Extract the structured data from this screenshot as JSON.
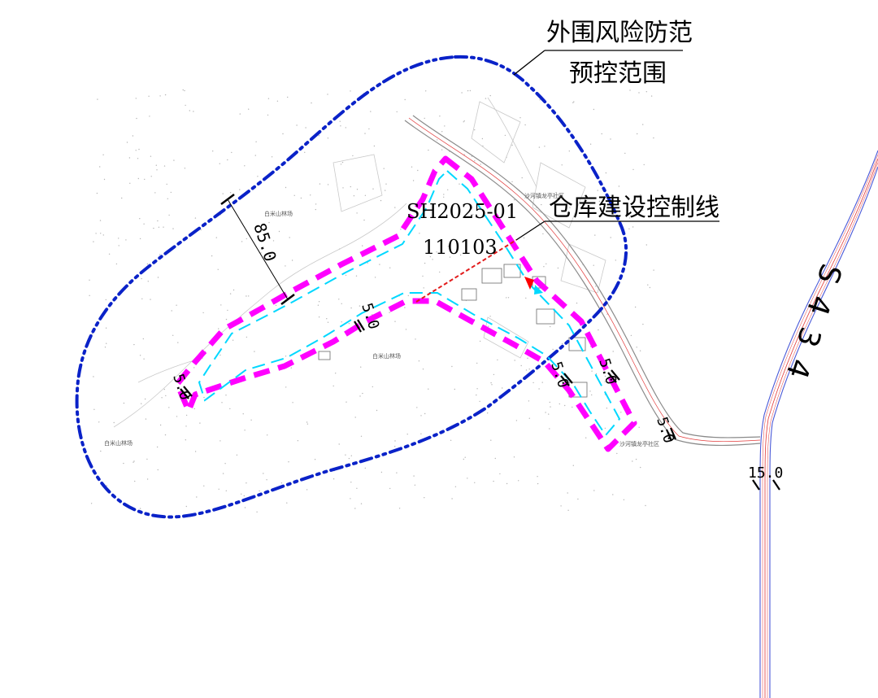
{
  "labels": {
    "outer_range_line1": "外围风险防范",
    "outer_range_line2": "预控范围",
    "control_line": "仓库建设控制线",
    "code_line1": "SH2025-01",
    "code_line2": "110103",
    "road_name": "S434"
  },
  "dimensions": {
    "buffer_width": "85.0",
    "offset_a": "5.0",
    "offset_b": "5.0",
    "offset_c": "5.0",
    "offset_d": "5.0",
    "offset_e": "5.0",
    "road_width": "15.0"
  },
  "place_names": {
    "forest_a": "白米山林场",
    "forest_b": "白米山林场",
    "forest_c": "白米山林场",
    "village_a": "沙河镇龙亭社区",
    "village_b": "沙河镇龙亭社区"
  },
  "colors": {
    "outer_range": "#0a22c8",
    "control_boundary": "#ff00ff",
    "inner_offset": "#00d8ff",
    "leader_red": "#e21b1b",
    "road_red": "#e23a3a",
    "road_blue": "#4a5ad8",
    "marker": "#ff0000"
  },
  "legend_items": []
}
